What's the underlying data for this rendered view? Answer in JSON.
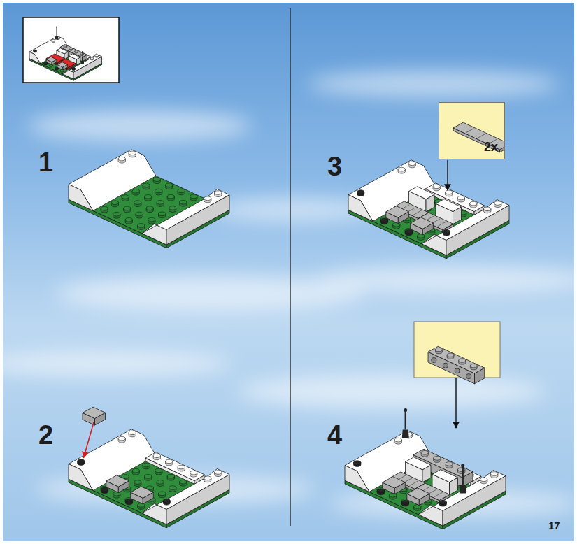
{
  "diagram": {
    "nodes": [
      {
        "text": [
          "2x"
        ]
      }
    ],
    "labels": [
      "1",
      "2",
      "3",
      "4",
      "17"
    ]
  }
}
